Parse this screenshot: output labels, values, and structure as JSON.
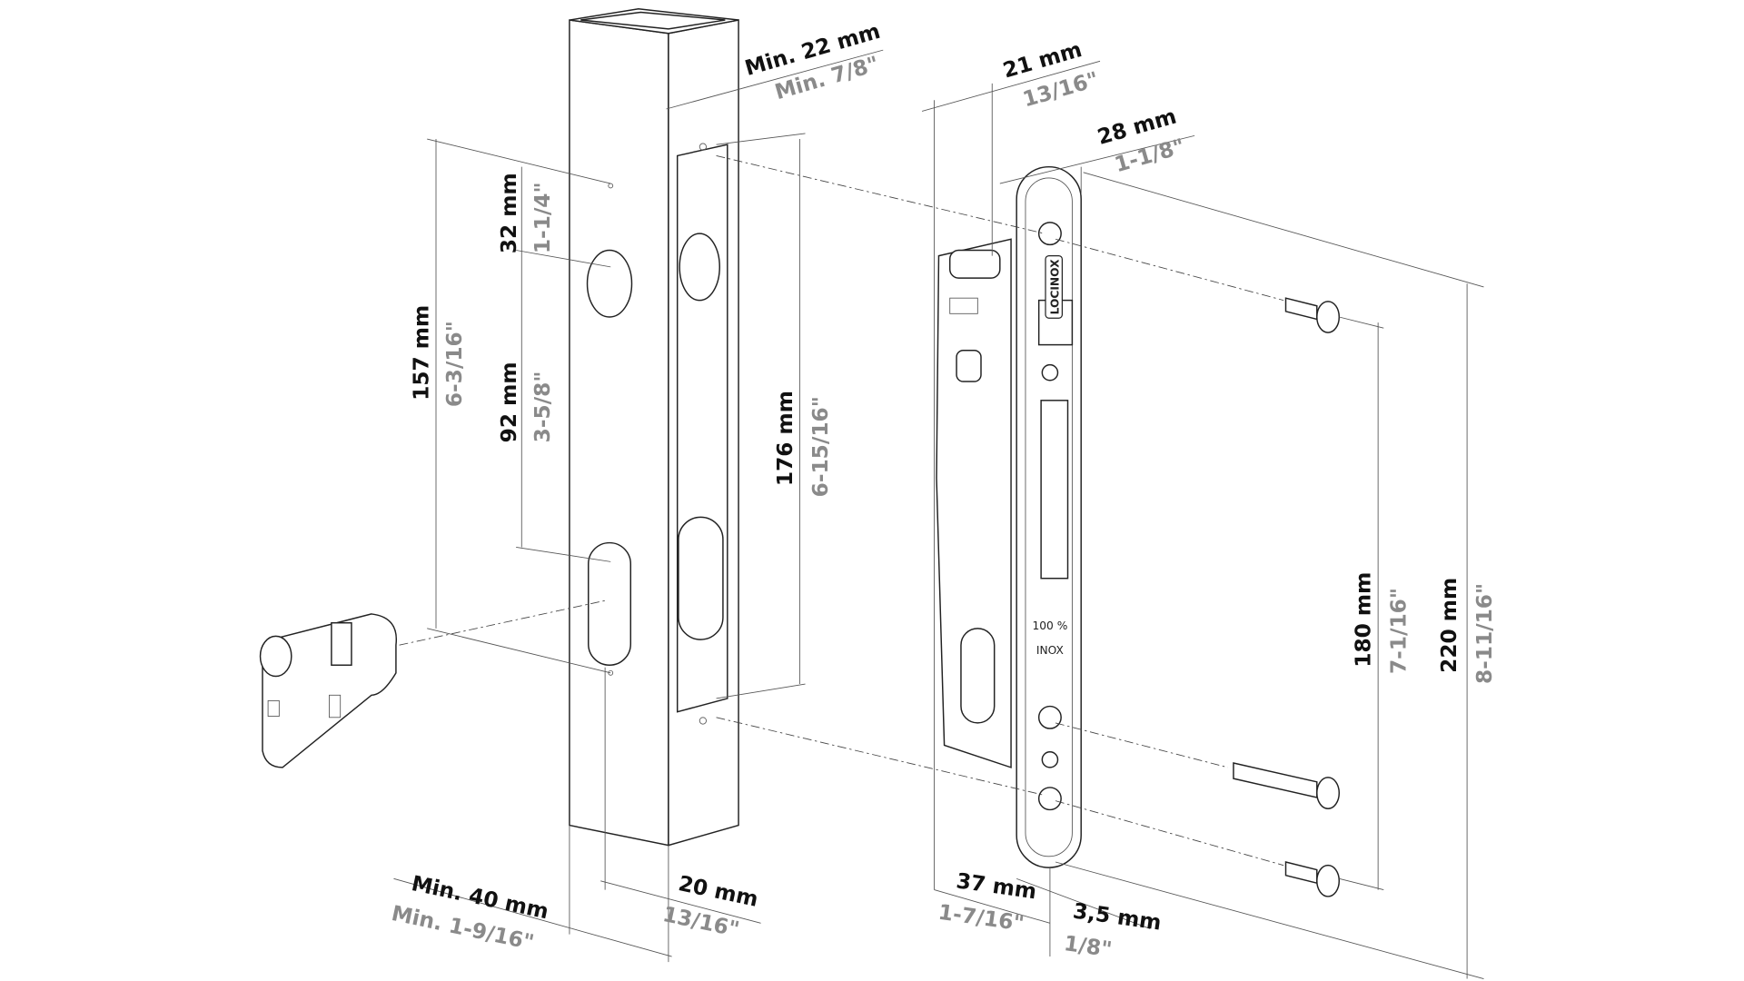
{
  "dimensions": {
    "min22": {
      "metric": "Min. 22 mm",
      "imperial": "Min. 7/8\""
    },
    "d21": {
      "metric": "21 mm",
      "imperial": "13/16\""
    },
    "d28": {
      "metric": "28 mm",
      "imperial": "1-1/8\""
    },
    "d32": {
      "metric": "32 mm",
      "imperial": "1-1/4\""
    },
    "d157": {
      "metric": "157 mm",
      "imperial": "6-3/16\""
    },
    "d92": {
      "metric": "92 mm",
      "imperial": "3-5/8\""
    },
    "d176": {
      "metric": "176 mm",
      "imperial": "6-15/16\""
    },
    "d180": {
      "metric": "180 mm",
      "imperial": "7-1/16\""
    },
    "d220": {
      "metric": "220 mm",
      "imperial": "8-11/16\""
    },
    "min40": {
      "metric": "Min. 40 mm",
      "imperial": "Min. 1-9/16\""
    },
    "d20": {
      "metric": "20 mm",
      "imperial": "13/16\""
    },
    "d37": {
      "metric": "37 mm",
      "imperial": "1-7/16\""
    },
    "d35": {
      "metric": "3,5 mm",
      "imperial": "1/8\""
    }
  },
  "lock": {
    "brand": "LOCINOX",
    "material_line1": "100 %",
    "material_line2": "INOX"
  }
}
